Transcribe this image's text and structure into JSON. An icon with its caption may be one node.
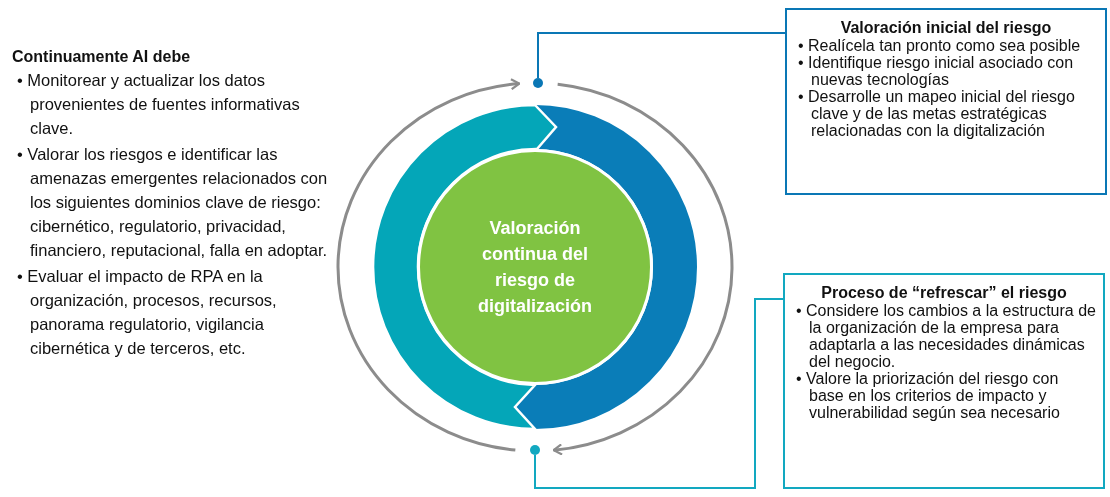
{
  "diagram": {
    "nodes": [
      {
        "text": [
          "Valoración inicial del riesgo",
          "• Realícela tan pronto como sea posible",
          "• Identifique riesgo inicial asociado con nuevas tecnologías",
          "• Desarrolle un mapeo inicial del riesgo clave y de las metas estratégicas relacionadas con la digitalización"
        ]
      },
      {
        "text": [],
        "shape": "circle"
      },
      {
        "text": [
          "Valoración continua del riesgo de digitalización"
        ]
      },
      {
        "text": [
          "Proceso de “refrescar” el riesgo",
          "• Considere los cambios a la estructura de la organización de la empresa para adaptarla a las necesidades dinámicas del negocio.",
          "• Valore la priorización del riesgo con base en los criterios de impacto y vulnerabilidad según sea necesario"
        ]
      },
      {
        "text": [],
        "shape": "circle"
      }
    ],
    "edges": [
      {
        "from": 0,
        "to": 1,
        "arrow": "none",
        "color": "#0a77b5"
      },
      {
        "from": 3,
        "to": 4,
        "arrow": "none",
        "color": "#12a8c0"
      },
      {
        "from": 4,
        "to": 1,
        "arrow": "to"
      },
      {
        "from": 1,
        "to": 4,
        "arrow": "to"
      }
    ],
    "labels": [
      "Continuamente AI debe",
      "• Monitorear y actualizar los datos provenientes de fuentes informativas clave.",
      "• Valorar los riesgos e identificar las amenazas emergentes relacionados con los siguientes dominios clave de riesgo: cibernético, regulatorio, privacidad, financiero, reputacional, falla en adoptar.",
      "• Evaluar el impacto de RPA en la organización, procesos, recursos, panorama regulatorio, vigilancia cibernética y de terceros, etc."
    ]
  }
}
